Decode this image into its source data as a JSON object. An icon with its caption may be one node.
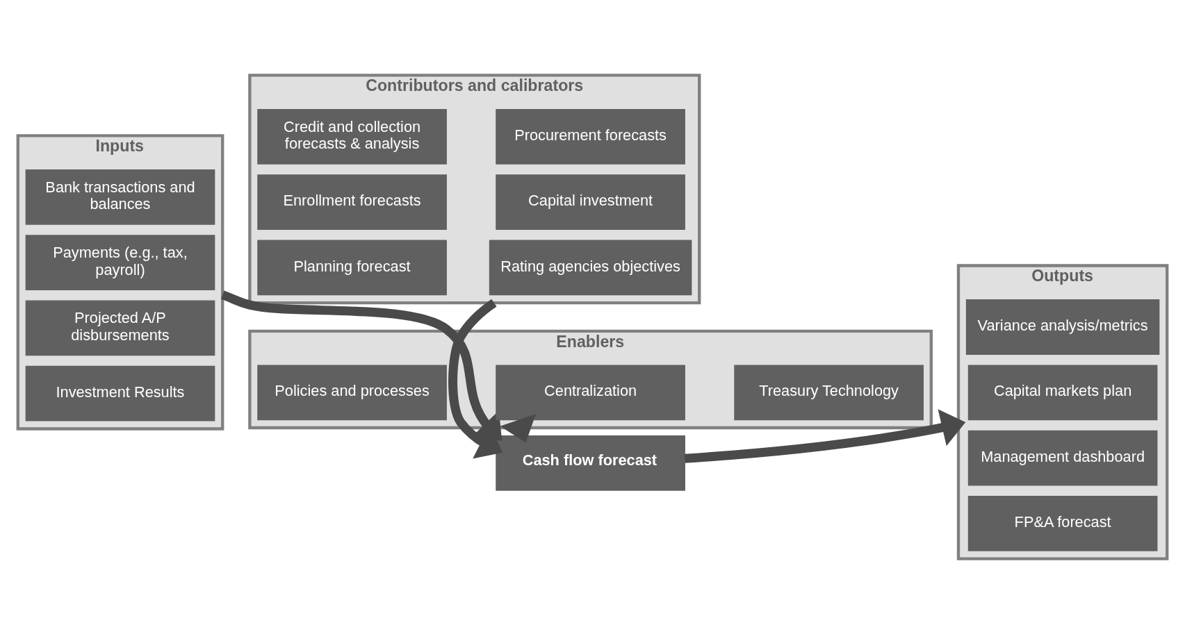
{
  "diagram": {
    "nodes": [
      {
        "text": [
          "Contributors and calibrators"
        ]
      },
      {
        "text": [
          "Credit and collection forecasts & analysis"
        ],
        "in": 0
      },
      {
        "text": [
          "Procurement forecasts"
        ],
        "in": 0
      },
      {
        "text": [
          "Enrollment forecasts"
        ],
        "in": 0
      },
      {
        "text": [
          "Capital investment"
        ],
        "in": 0
      },
      {
        "text": [
          "Planning forecast"
        ],
        "in": 0
      },
      {
        "text": [
          "Rating agencies objectives"
        ],
        "in": 0
      },
      {
        "text": [
          "Inputs"
        ]
      },
      {
        "text": [
          "Bank transactions and balances"
        ],
        "in": 7
      },
      {
        "text": [
          "Payments (e.g., tax, payroll)"
        ],
        "in": 7
      },
      {
        "text": [
          "Projected A/P disbursements"
        ],
        "in": 7
      },
      {
        "text": [
          "Investment Results"
        ],
        "in": 7
      },
      {
        "text": [
          "Cash flow forecast"
        ]
      },
      {
        "text": [
          "Outputs"
        ]
      },
      {
        "text": [
          "Variance analysis/metrics"
        ],
        "in": 13
      },
      {
        "text": [
          "Capital markets plan"
        ],
        "in": 13
      },
      {
        "text": [
          "Management dashboard"
        ],
        "in": 13
      },
      {
        "text": [
          "FP&A forecast"
        ],
        "in": 13
      },
      {
        "text": [
          "Enablers"
        ]
      },
      {
        "text": [
          "Policies and processes"
        ],
        "in": 18
      },
      {
        "text": [
          "Centralization"
        ],
        "in": 18
      },
      {
        "text": [
          "Treasury Technology"
        ],
        "in": 18
      }
    ],
    "edges": [
      {
        "from": 0,
        "to": 12,
        "arrow": "to"
      },
      {
        "from": 7,
        "to": 12,
        "arrow": "to"
      },
      {
        "from": 12,
        "to": 13,
        "arrow": "to"
      },
      {
        "from": 18,
        "to": 12,
        "arrow": "to"
      }
    ]
  }
}
